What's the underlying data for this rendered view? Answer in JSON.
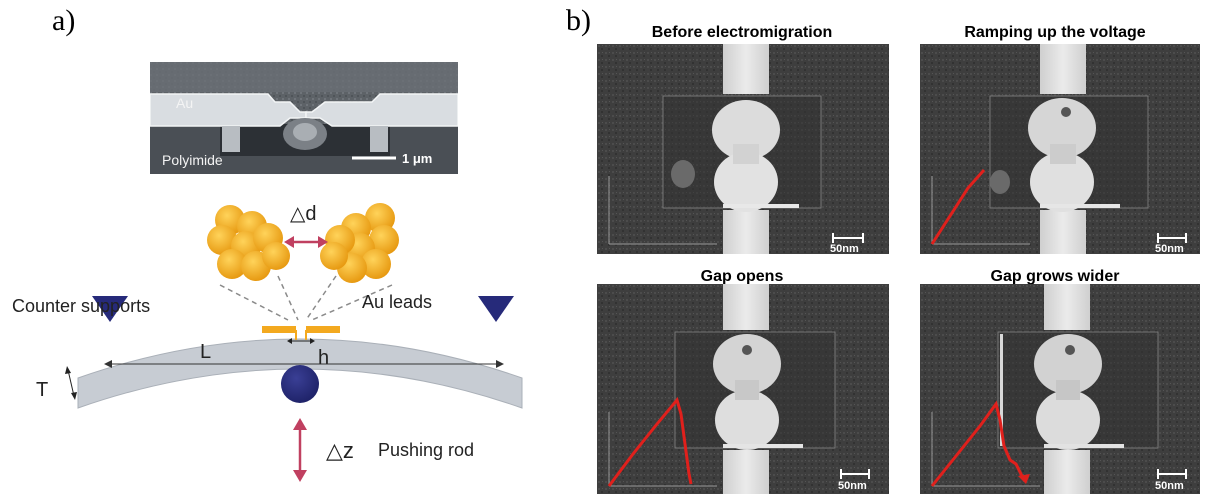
{
  "panel_a": {
    "label": "a)",
    "sem_inset": {
      "material_top": "Au",
      "material_bottom": "Polyimide",
      "scale": "1 μm"
    },
    "delta_d": "△d",
    "counter_supports": "Counter supports",
    "au_leads": "Au leads",
    "L": "L",
    "h": "h",
    "T": "T",
    "delta_z": "△z",
    "pushing_rod": "Pushing rod",
    "colors": {
      "gold": "#f3a91f",
      "beam": "#c7ccd3",
      "rod": "#262a7a",
      "support": "#262a7a",
      "arrow": "#c04060"
    }
  },
  "panel_b": {
    "label": "b)",
    "images": [
      {
        "title": "Before electromigration",
        "scale": "50nm"
      },
      {
        "title": "Ramping up the voltage",
        "scale": "50nm"
      },
      {
        "title": "Gap opens",
        "scale": "50nm"
      },
      {
        "title": "Gap grows wider",
        "scale": "50nm"
      }
    ],
    "colors": {
      "trace": "#e0201c"
    }
  }
}
